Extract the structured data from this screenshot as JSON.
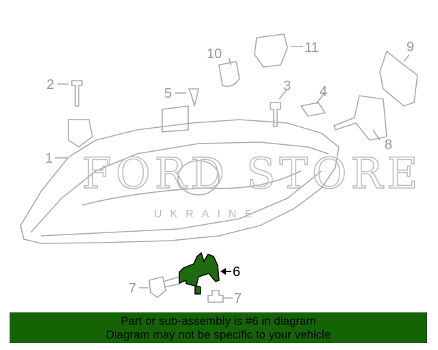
{
  "diagram": {
    "callouts": [
      "1",
      "2",
      "3",
      "4",
      "5",
      "6",
      "7",
      "7",
      "8",
      "9",
      "10",
      "11"
    ],
    "highlighted_part": "6",
    "watermark": {
      "title": "FORD STORE",
      "subtitle": "UKRAINE"
    },
    "colors": {
      "highlight": "#1e6b10",
      "lines": "#aaaaaa",
      "banner": "#146405"
    }
  },
  "banner": {
    "line1": "Part or sub-assembly is #6 in diagram",
    "line2": "Diagram may not be specific to your vehicle"
  }
}
